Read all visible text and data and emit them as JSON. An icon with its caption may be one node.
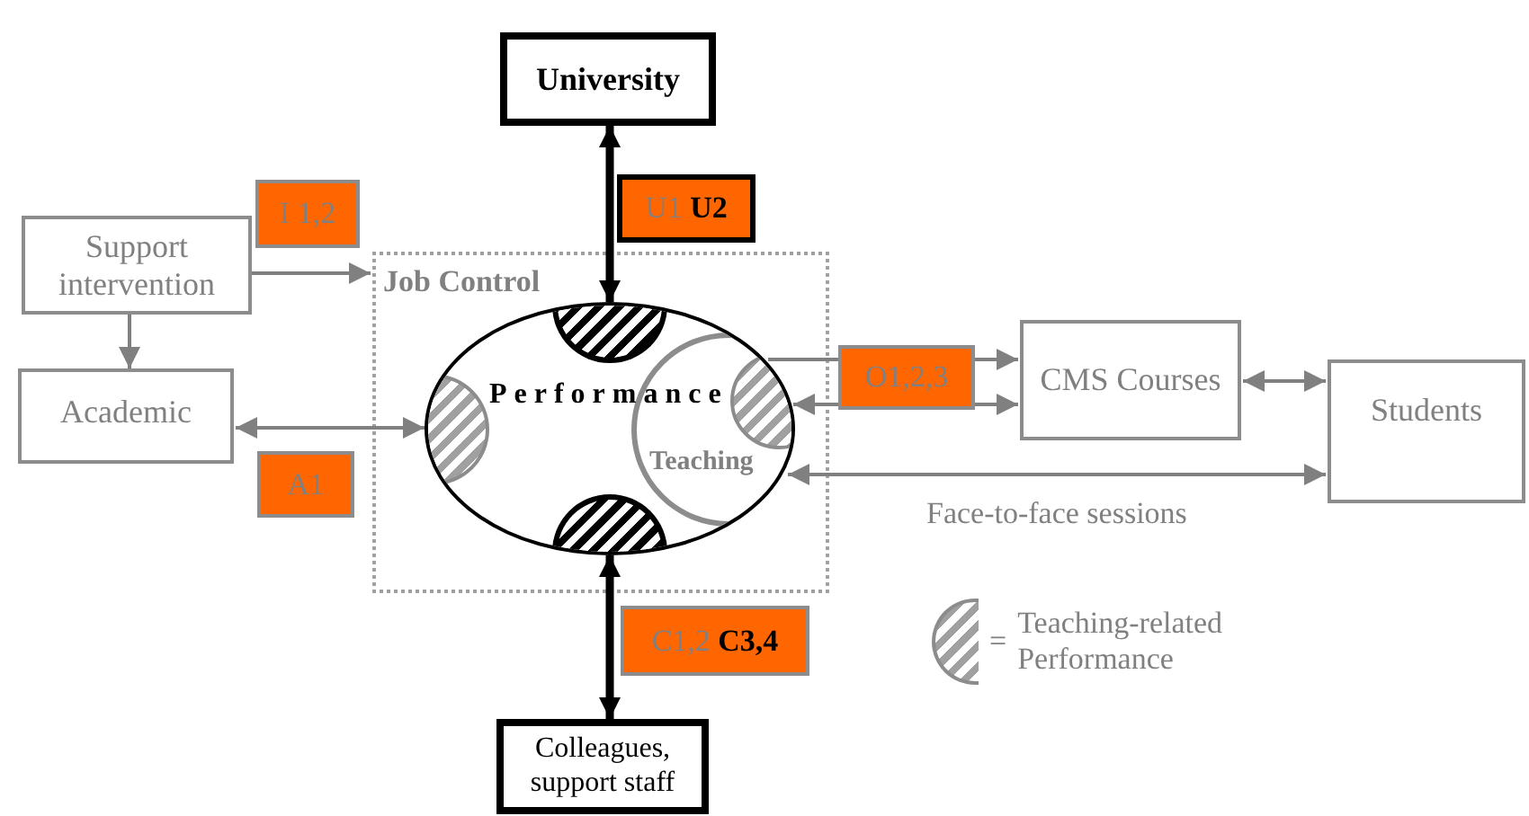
{
  "diagram": {
    "nodes": [
      {
        "text": [
          "University"
        ]
      },
      {
        "text": [
          "Support intervention"
        ]
      },
      {
        "text": [
          "I 1,2"
        ]
      },
      {
        "text": [
          "Academic"
        ]
      },
      {
        "text": [
          "A1"
        ]
      },
      {
        "text": [
          "Job Control"
        ]
      },
      {
        "text": [
          "Performance"
        ],
        "in": 5
      },
      {
        "text": [],
        "shape": "circle",
        "in": 6
      },
      {
        "text": [],
        "shape": "circle",
        "in": 6
      },
      {
        "text": [
          "Teaching"
        ],
        "in": 6
      },
      {
        "text": [],
        "shape": "circle",
        "in": 9
      },
      {
        "text": [],
        "shape": "circle",
        "in": 6
      },
      {
        "text": [
          "U1 **U2**"
        ]
      },
      {
        "text": [
          "CMS Courses"
        ]
      },
      {
        "text": [
          "Students"
        ]
      },
      {
        "text": [
          "C1,2 **C3,4**"
        ]
      },
      {
        "text": [
          "Colleagues, support staff"
        ]
      }
    ],
    "edges": [
      {
        "from": 0,
        "to": 7,
        "arrow": "both",
        "style": "thick",
        "color": "#000000"
      },
      {
        "from": 1,
        "to": 5,
        "arrow": "to"
      },
      {
        "from": 1,
        "to": 3,
        "arrow": "to"
      },
      {
        "from": 3,
        "to": 8,
        "arrow": "both"
      },
      {
        "from": 10,
        "to": 13,
        "arrow": "to",
        "label": "O1,2,3"
      },
      {
        "from": 10,
        "to": 13,
        "arrow": "both"
      },
      {
        "from": 13,
        "to": 14,
        "arrow": "both"
      },
      {
        "from": 9,
        "to": 14,
        "arrow": "both",
        "label": "Face-to-face sessions"
      },
      {
        "from": 11,
        "to": 16,
        "arrow": "both",
        "style": "thick",
        "color": "#000000"
      }
    ],
    "labels": [
      "="
    ],
    "legend": [
      {
        "text": "Teaching-related Performance"
      }
    ]
  }
}
